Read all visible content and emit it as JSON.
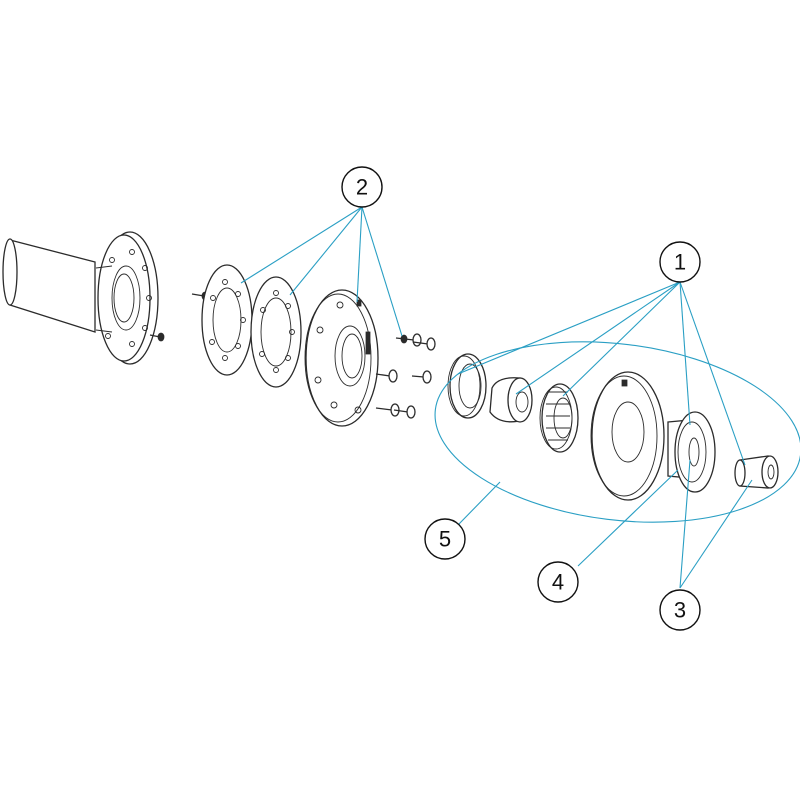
{
  "colors": {
    "leader": "#2a9fc4",
    "line": "#2b2b2b",
    "background": "#ffffff"
  },
  "callouts": [
    {
      "id": "c1",
      "label": "1"
    },
    {
      "id": "c2",
      "label": "2"
    },
    {
      "id": "c3",
      "label": "3"
    },
    {
      "id": "c4",
      "label": "4"
    },
    {
      "id": "c5",
      "label": "5"
    }
  ]
}
